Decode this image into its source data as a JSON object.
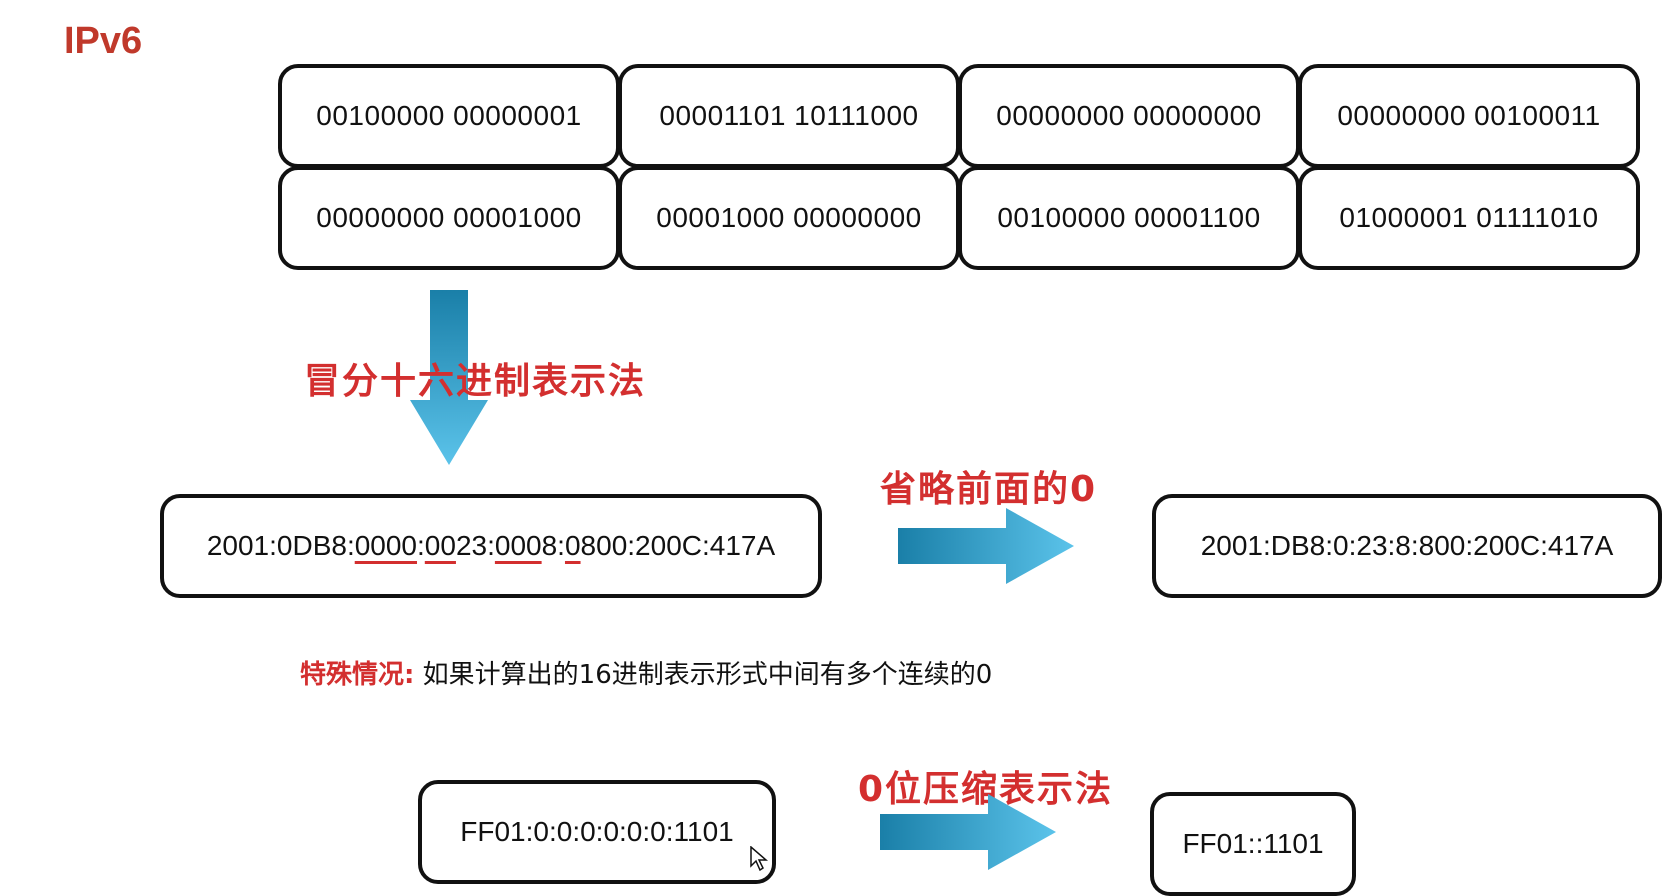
{
  "title": "IPv6",
  "binary_groups": [
    [
      "00100000 00000001",
      "00001101 10111000",
      "00000000 00000000",
      "00000000 00100011"
    ],
    [
      "00000000 00001000",
      "00001000 00000000",
      "00100000 00001100",
      "01000001 01111010"
    ]
  ],
  "labels": {
    "colon_hex": "冒分十六进制表示法",
    "omit_leading_zero": "省略前面的0",
    "zero_compress": "0位压缩表示法"
  },
  "full_address": {
    "parts": [
      "2001:0DB8:",
      "0000",
      ":",
      "00",
      "23:",
      "000",
      "8:",
      "0",
      "800:200C:417A"
    ]
  },
  "short_address": "2001:DB8:0:23:8:800:200C:417A",
  "note": {
    "lead": "特殊情况:",
    "text": " 如果计算出的16进制表示形式中间有多个连续的0"
  },
  "zero_example": {
    "full": "FF01:0:0:0:0:0:0:1101",
    "compressed": "FF01::1101"
  },
  "colors": {
    "accent_red": "#d32f2f",
    "title_red": "#c0392b",
    "arrow_dark": "#1a7fa8",
    "arrow_light": "#5bc3ea"
  }
}
